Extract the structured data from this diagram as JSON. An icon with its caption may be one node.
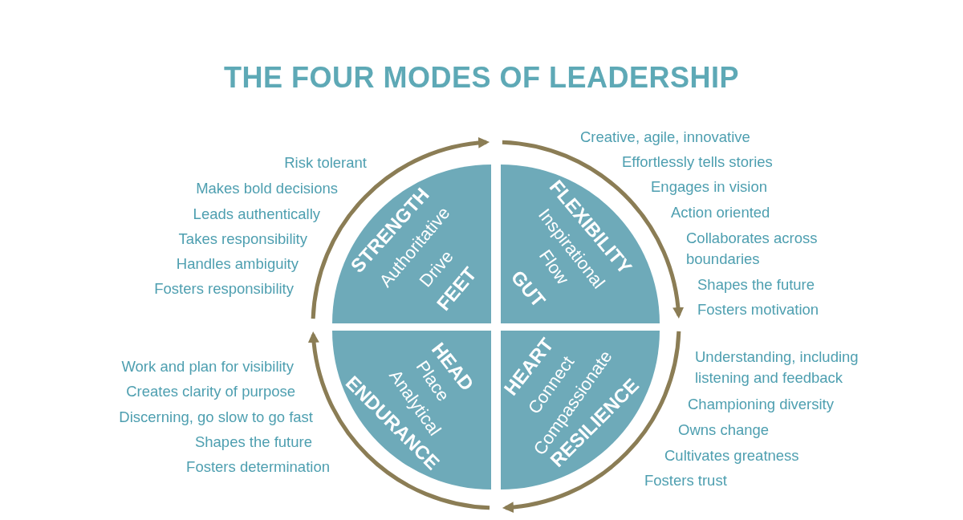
{
  "diagram": {
    "title": "THE FOUR MODES OF LEADERSHIP",
    "nodes": [
      {
        "text": [
          "STRENGTH",
          "Authoritative",
          "Drive",
          "FEET"
        ],
        "beside": [
          "Risk tolerant",
          "Makes bold decisions",
          "Leads authentically",
          "Takes responsibility",
          "Handles ambiguity",
          "Fosters responsibility"
        ]
      },
      {
        "text": [
          "FLEXIBILITY",
          "Inspirational",
          "Flow",
          "GUT"
        ],
        "beside": [
          "Creative, agile, innovative",
          "Effortlessly tells stories",
          "Engages in vision",
          "Action oriented",
          "Collaborates across boundaries",
          "Shapes the future",
          "Fosters motivation"
        ]
      },
      {
        "text": [
          "HEAD",
          "Place",
          "Analytical",
          "ENDURANCE"
        ],
        "beside": [
          "Work and plan for visibility",
          "Creates clarity of purpose",
          "Discerning, go slow to go fast",
          "Shapes the future",
          "Fosters determination"
        ]
      },
      {
        "text": [
          "HEART",
          "Connect",
          "Compassionate",
          "RESILIENCE"
        ],
        "beside": [
          "Understanding, including listening and feedback",
          "Championing diversity",
          "Owns change",
          "Cultivates greatness",
          "Fosters trust"
        ]
      }
    ]
  }
}
